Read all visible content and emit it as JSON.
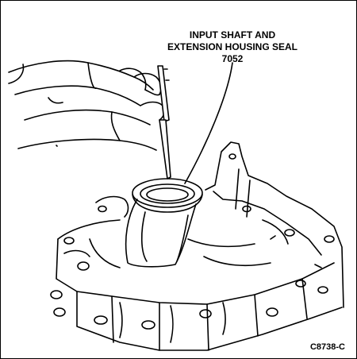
{
  "callout": {
    "line1": "INPUT SHAFT AND",
    "line2": "EXTENSION HOUSING SEAL",
    "part_number": "7052"
  },
  "figure_code": "C8738-C"
}
